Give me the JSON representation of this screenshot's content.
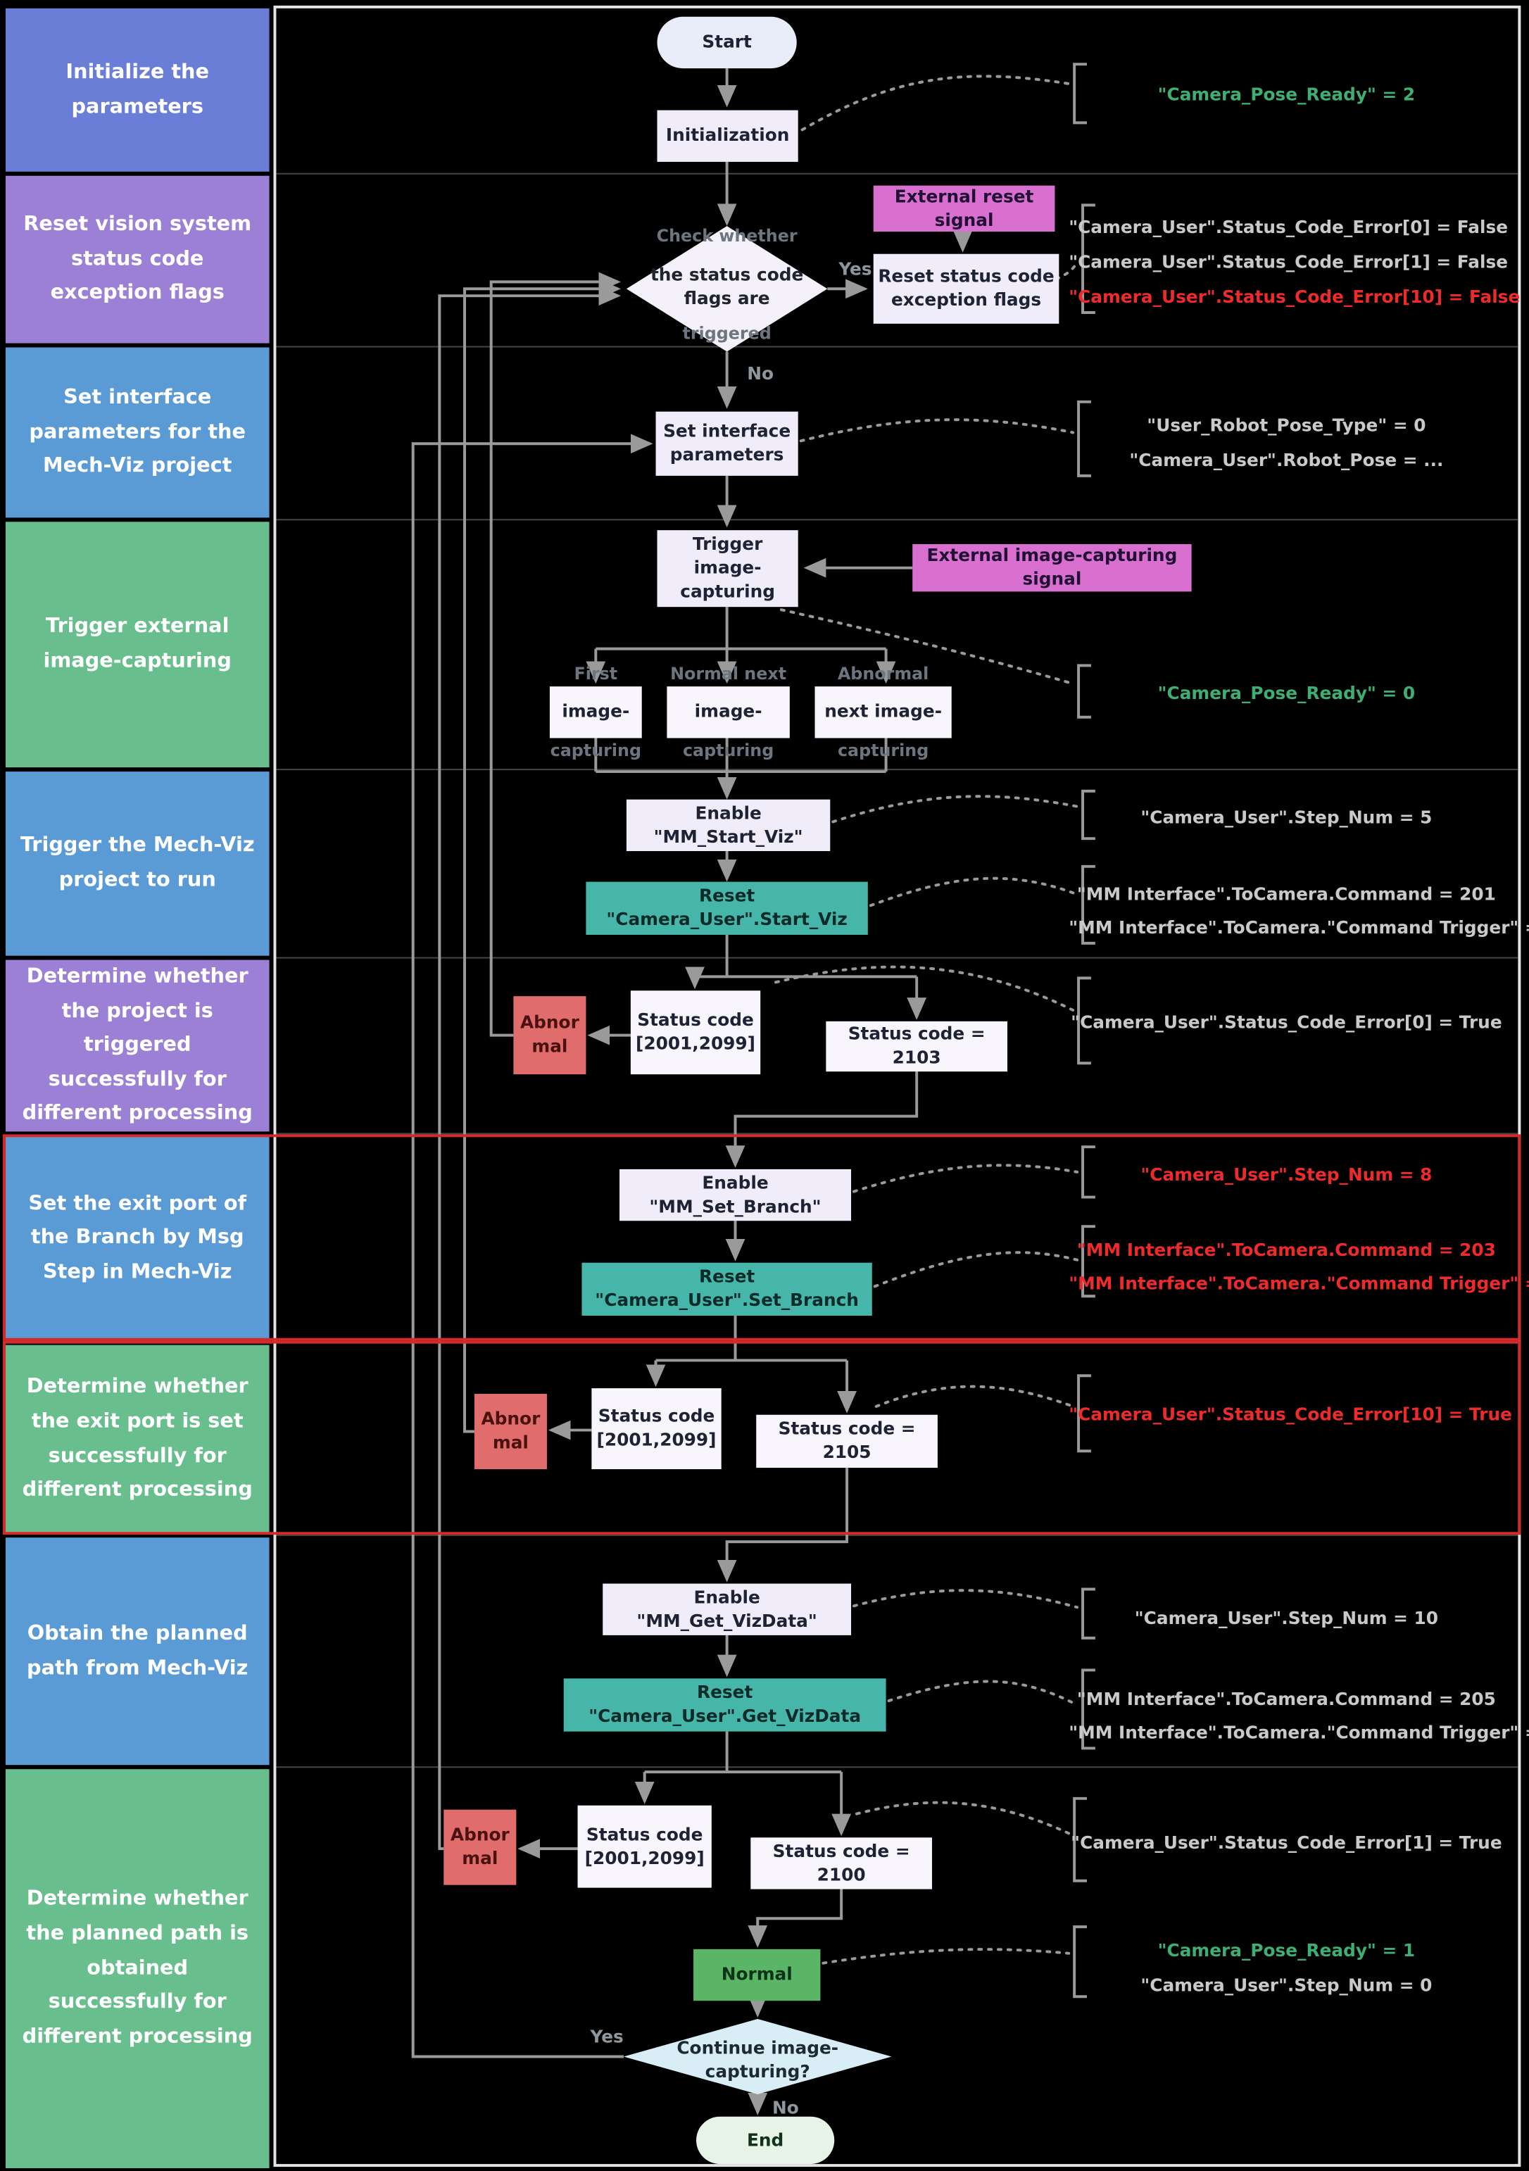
{
  "sidebar": {
    "rows": [
      {
        "label": "Initialize the parameters"
      },
      {
        "label": "Reset vision system status code exception flags"
      },
      {
        "label": "Set interface parameters for the Mech-Viz project"
      },
      {
        "label": "Trigger external image-capturing"
      },
      {
        "label": "Trigger the Mech-Viz project to run"
      },
      {
        "label": "Determine whether the project is triggered successfully for different processing"
      },
      {
        "label": "Set the exit port of the Branch by Msg Step in Mech-Viz"
      },
      {
        "label": "Determine whether the exit port is set successfully for different processing"
      },
      {
        "label": "Obtain the planned path from Mech-Viz"
      },
      {
        "label": "Determine whether the planned path is obtained successfully for different processing"
      }
    ]
  },
  "flow": {
    "start": "Start",
    "initialization": "Initialization",
    "check_caption_top": "Check whether",
    "check_line1": "the status code",
    "check_line2": "flags are",
    "check_caption_bottom": "triggered",
    "yes1": "Yes",
    "no1": "No",
    "external_reset": "External reset signal",
    "reset_flags": "Reset status code exception flags",
    "set_interface": "Set interface parameters",
    "trigger_capture": "Trigger image-capturing",
    "external_capture": "External image-capturing signal",
    "cap1_top": "First",
    "cap1_mid": "image-",
    "cap1_bottom": "capturing",
    "cap2_top": "Normal next",
    "cap2_mid": "image-",
    "cap2_bottom": "capturing",
    "cap3_top": "Abnormal",
    "cap3_mid": "next image-",
    "cap3_bottom": "capturing",
    "enable_start_viz": "Enable \"MM_Start_Viz\"",
    "reset_start_viz": "Reset \"Camera_User\".Start_Viz",
    "abnormal": "Abnormal",
    "status_range": "Status code [2001,2099]",
    "status_2103": "Status code = 2103",
    "enable_set_branch": "Enable \"MM_Set_Branch\"",
    "reset_set_branch": "Reset \"Camera_User\".Set_Branch",
    "status_2105": "Status code = 2105",
    "enable_get_vizdata": "Enable \"MM_Get_VizData\"",
    "reset_get_vizdata": "Reset \"Camera_User\".Get_VizData",
    "status_2100": "Status code = 2100",
    "normal": "Normal",
    "continue_line1": "Continue image-",
    "continue_line2": "capturing?",
    "yes2": "Yes",
    "no2": "No",
    "end": "End"
  },
  "annotations": [
    {
      "text": "\"Camera_Pose_Ready\" = 2",
      "color": "green"
    },
    {
      "text": "\"Camera_User\".Status_Code_Error[0] = False",
      "color": "gray"
    },
    {
      "text": "\"Camera_User\".Status_Code_Error[1] = False",
      "color": "gray"
    },
    {
      "text": "\"Camera_User\".Status_Code_Error[10] = False",
      "color": "red"
    },
    {
      "text": "\"User_Robot_Pose_Type\" = 0",
      "color": "gray"
    },
    {
      "text": "\"Camera_User\".Robot_Pose = ...",
      "color": "gray"
    },
    {
      "text": "\"Camera_Pose_Ready\" = 0",
      "color": "green"
    },
    {
      "text": "\"Camera_User\".Step_Num = 5",
      "color": "gray"
    },
    {
      "text": "\"MM Interface\".ToCamera.Command = 201",
      "color": "gray"
    },
    {
      "text": "\"MM Interface\".ToCamera.\"Command Trigger\" = True",
      "color": "gray"
    },
    {
      "text": "\"Camera_User\".Status_Code_Error[0] = True",
      "color": "gray"
    },
    {
      "text": "\"Camera_User\".Step_Num = 8",
      "color": "red"
    },
    {
      "text": "\"MM Interface\".ToCamera.Command = 203",
      "color": "red"
    },
    {
      "text": "\"MM Interface\".ToCamera.\"Command Trigger\" = True",
      "color": "red"
    },
    {
      "text": "\"Camera_User\".Status_Code_Error[10] = True",
      "color": "red"
    },
    {
      "text": "\"Camera_User\".Step_Num = 10",
      "color": "gray"
    },
    {
      "text": "\"MM Interface\".ToCamera.Command = 205",
      "color": "gray"
    },
    {
      "text": "\"MM Interface\".ToCamera.\"Command Trigger\" = True",
      "color": "gray"
    },
    {
      "text": "\"Camera_User\".Status_Code_Error[1] = True",
      "color": "gray"
    },
    {
      "text": "\"Camera_Pose_Ready\" = 1",
      "color": "green"
    },
    {
      "text": "\"Camera_User\".Step_Num = 0",
      "color": "gray"
    }
  ],
  "colors": {
    "annotation_green": "#3fae73",
    "annotation_red": "#ee2b2b",
    "annotation_gray": "#c9c9c9",
    "highlight_border": "#d42a2a",
    "teal_box": "#47b6aa",
    "magenta_box": "#d96fce",
    "abnormal_box": "#e06c6c",
    "normal_box": "#5ab567",
    "sidebar_indigo": "#6b7ed7",
    "sidebar_purple": "#9b80d5",
    "sidebar_blue": "#5b9bd5",
    "sidebar_green": "#68bf8d"
  }
}
